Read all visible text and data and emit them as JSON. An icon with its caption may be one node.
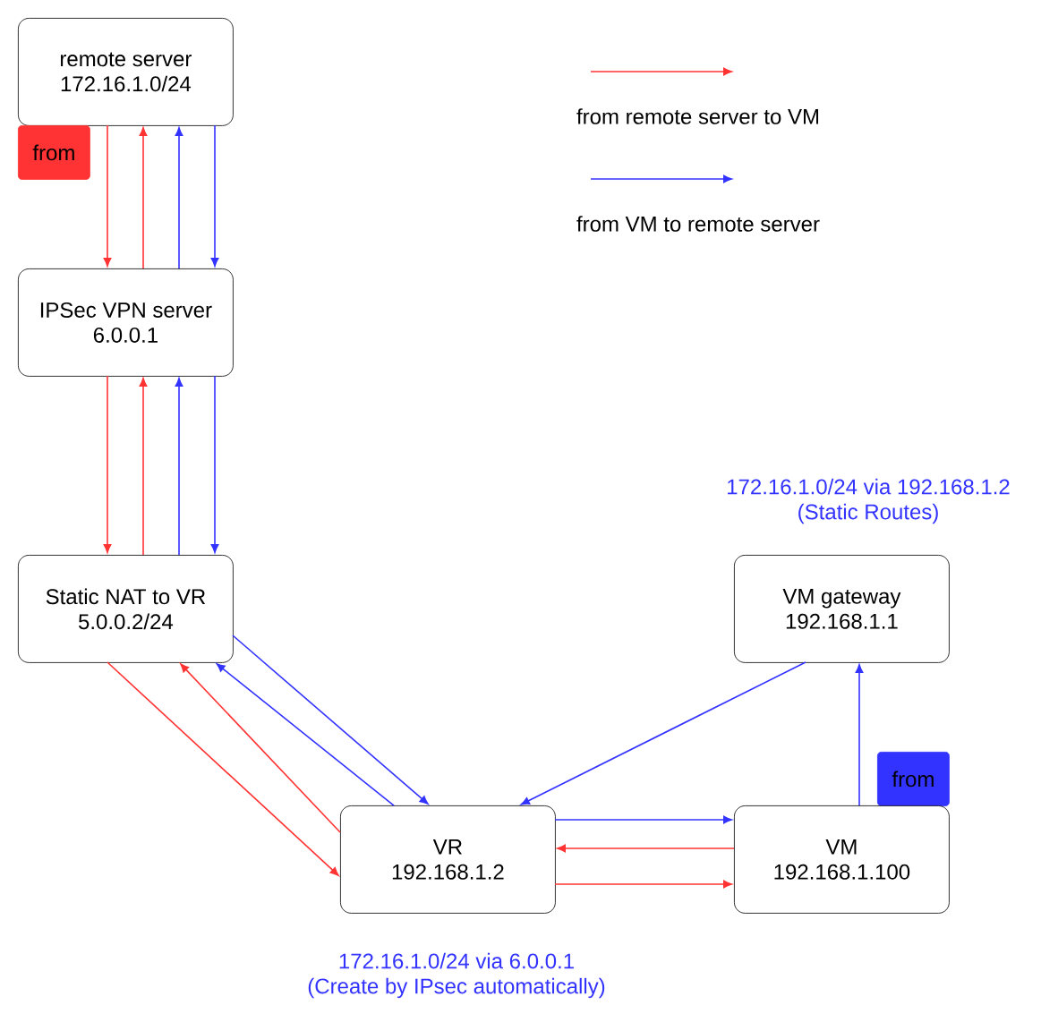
{
  "diagram": {
    "nodes": [
      {
        "text": [
          "remote server",
          "172.16.1.0/24"
        ]
      },
      {
        "text": [
          "from"
        ]
      },
      {
        "text": [
          "IPSec VPN server",
          "6.0.0.1"
        ]
      },
      {
        "text": [
          "Static NAT to VR",
          "5.0.0.2/24"
        ]
      },
      {
        "text": [
          "VM gateway",
          "192.168.1.1"
        ],
        "beside": [
          "172.16.1.0/24 via 192.168.1.2",
          "(Static Routes)"
        ]
      },
      {
        "text": [
          "from"
        ]
      },
      {
        "text": [
          "VR",
          "192.168.1.2"
        ],
        "beside": [
          "172.16.1.0/24 via 6.0.0.1",
          "(Create by IPsec automatically)"
        ]
      },
      {
        "text": [
          "VM",
          "192.168.1.100"
        ]
      }
    ],
    "edges": [
      {
        "from": 0,
        "to": 2,
        "arrow": "to",
        "color": "#ff3333"
      },
      {
        "from": 2,
        "to": 0,
        "arrow": "to",
        "color": "#ff3333"
      },
      {
        "from": 2,
        "to": 0,
        "arrow": "to"
      },
      {
        "from": 0,
        "to": 2,
        "arrow": "to"
      },
      {
        "from": 2,
        "to": 3,
        "arrow": "to",
        "color": "#ff3333"
      },
      {
        "from": 3,
        "to": 2,
        "arrow": "to",
        "color": "#ff3333"
      },
      {
        "from": 3,
        "to": 2,
        "arrow": "to"
      },
      {
        "from": 2,
        "to": 3,
        "arrow": "to"
      },
      {
        "from": 3,
        "to": 6,
        "arrow": "to"
      },
      {
        "from": 6,
        "to": 3,
        "arrow": "to"
      },
      {
        "from": 6,
        "to": 3,
        "arrow": "to",
        "color": "#ff3333"
      },
      {
        "from": 3,
        "to": 6,
        "arrow": "to",
        "color": "#ff3333"
      },
      {
        "from": 4,
        "to": 6,
        "arrow": "to"
      },
      {
        "from": 6,
        "to": 7,
        "arrow": "to"
      },
      {
        "from": 7,
        "to": 6,
        "arrow": "to",
        "color": "#ff3333"
      },
      {
        "from": 6,
        "to": 7,
        "arrow": "to",
        "color": "#ff3333"
      },
      {
        "from": 7,
        "to": 4,
        "arrow": "to"
      }
    ],
    "legend": [
      {
        "text": "from remote server to VM"
      },
      {
        "text": "from VM to remote server"
      }
    ]
  }
}
